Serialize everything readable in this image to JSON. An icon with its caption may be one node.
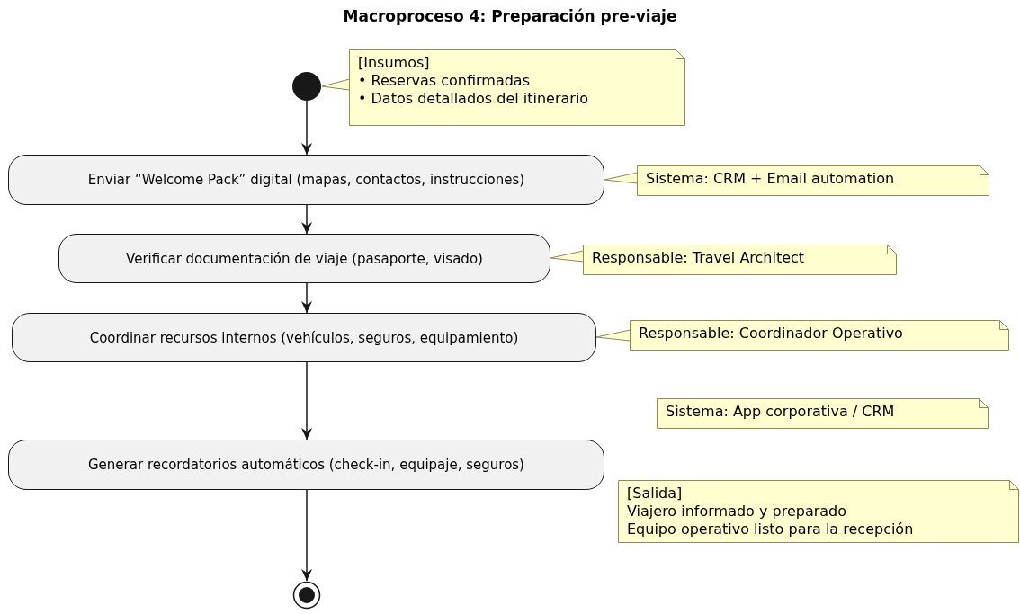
{
  "diagram": {
    "title": "Macroproceso 4: Preparación pre-viaje",
    "nodes": [
      {
        "text": [],
        "shape": "circle"
      },
      {
        "text": [
          "[Insumos]",
          "• Reservas confirmadas",
          "• Datos detallados del itinerario"
        ]
      },
      {
        "text": [
          "Enviar “Welcome Pack” digital (mapas, contactos, instrucciones)"
        ]
      },
      {
        "text": [
          "Sistema: CRM + Email automation"
        ]
      },
      {
        "text": [
          "Verificar documentación de viaje (pasaporte, visado)"
        ]
      },
      {
        "text": [
          "Responsable: Travel Architect"
        ]
      },
      {
        "text": [
          "Coordinar recursos internos (vehículos, seguros, equipamiento)"
        ]
      },
      {
        "text": [
          "Responsable: Coordinador Operativo"
        ]
      },
      {
        "text": [
          "Sistema: App corporativa / CRM"
        ]
      },
      {
        "text": [
          "Generar recordatorios automáticos (check-in, equipaje, seguros)"
        ]
      },
      {
        "text": [
          "[Salida]",
          "Viajero informado y preparado",
          "Equipo operativo listo para la recepción"
        ]
      },
      {
        "text": [],
        "shape": "circle"
      }
    ],
    "edges": [
      {
        "from": 0,
        "to": 2,
        "arrow": "to"
      },
      {
        "from": 2,
        "to": 4,
        "arrow": "to"
      },
      {
        "from": 4,
        "to": 6,
        "arrow": "to"
      },
      {
        "from": 6,
        "to": 9,
        "arrow": "to"
      },
      {
        "from": 9,
        "to": 11,
        "arrow": "to"
      }
    ]
  }
}
